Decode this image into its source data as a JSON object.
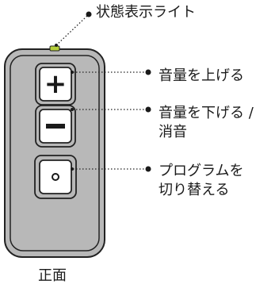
{
  "labels": {
    "status_light": "状態表示ライト",
    "volume_up": "音量を上げる",
    "volume_down_line1": "音量を下げる /",
    "volume_down_line2": "消音",
    "program_line1": "プログラムを",
    "program_line2": "切り替える",
    "front_view": "正面"
  },
  "buttons": {
    "plus_symbol": "+",
    "minus_symbol": "−",
    "program_symbol": "o"
  },
  "colors": {
    "body_fill": "#b8b8b8",
    "body_outline": "#222222",
    "led": "#b5cf3a",
    "button_face": "#ffffff",
    "text": "#1a1a1a"
  },
  "icons": {
    "led": "status-led-icon",
    "plus": "plus-icon",
    "minus": "minus-icon",
    "program": "program-button-icon"
  }
}
